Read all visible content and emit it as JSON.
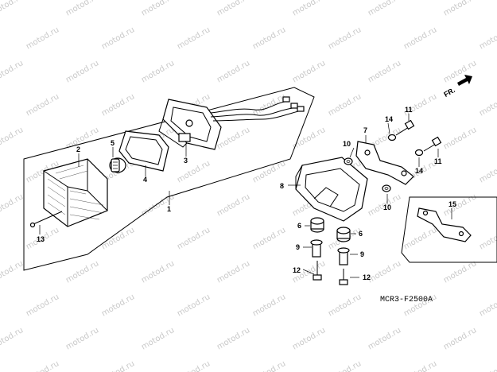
{
  "watermark": {
    "text": "motod.ru",
    "color": "#c9c9c9"
  },
  "direction_label": "FR.",
  "diagram_code": "MCR3-F2500A",
  "callouts": {
    "c1": "1",
    "c2": "2",
    "c3": "3",
    "c4": "4",
    "c5": "5",
    "c6a": "6",
    "c6b": "6",
    "c7": "7",
    "c8": "8",
    "c9a": "9",
    "c9b": "9",
    "c10a": "10",
    "c10b": "10",
    "c11a": "11",
    "c11b": "11",
    "c12a": "12",
    "c12b": "12",
    "c13": "13",
    "c14a": "14",
    "c14b": "14",
    "c15": "15"
  }
}
